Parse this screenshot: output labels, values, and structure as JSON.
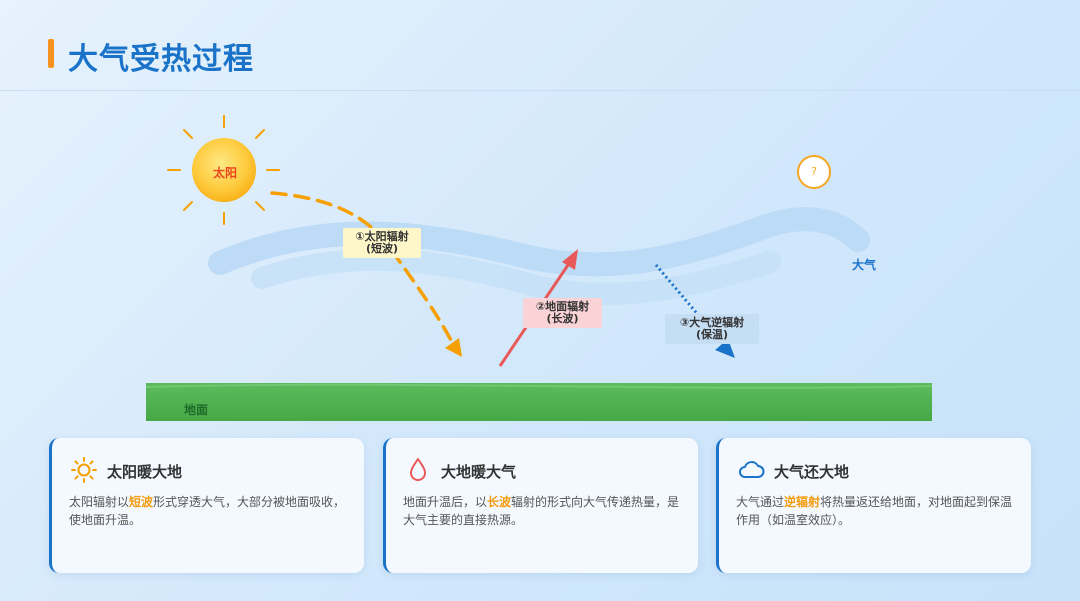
{
  "page": {
    "title": "大气受热过程"
  },
  "diagram": {
    "sun_label": "太阳",
    "atmosphere_label": "大气",
    "ground_label": "地面",
    "question_mark": "?",
    "arrows": [
      {
        "line1": "①太阳辐射",
        "line2": "(短波)",
        "color": "#f5a000"
      },
      {
        "line1": "②地面辐射",
        "line2": "(长波)",
        "color": "#e85a5a"
      },
      {
        "line1": "③大气逆辐射",
        "line2": "(保温)",
        "color": "#1a73c8"
      }
    ]
  },
  "cards": [
    {
      "icon": "sun-icon",
      "title": "太阳暖大地",
      "text_before": "太阳辐射以",
      "highlight": "短波",
      "text_after": "形式穿透大气，大部分被地面吸收，使地面升温。"
    },
    {
      "icon": "drop-icon",
      "title": "大地暖大气",
      "text_before": "地面升温后，以",
      "highlight": "长波",
      "text_after": "辐射的形式向大气传递热量，是大气主要的直接热源。"
    },
    {
      "icon": "cloud-icon",
      "title": "大气还大地",
      "text_before": "大气通过",
      "highlight": "逆辐射",
      "text_after": "将热量返还给地面，对地面起到保温作用（如温室效应）。"
    }
  ],
  "colors": {
    "accent": "#1a73c8",
    "highlight": "#f39c12",
    "ground": "#4caf50",
    "title_bar": "#f7931e"
  }
}
